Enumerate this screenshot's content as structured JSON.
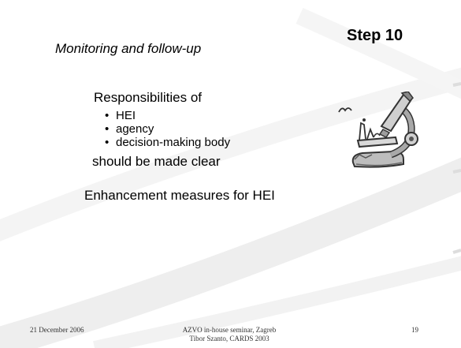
{
  "slide": {
    "subtitle": "Monitoring and follow-up",
    "step": "Step 10",
    "responsibilities_heading": "Responsibilities of",
    "bullets": [
      "HEI",
      "agency",
      "decision-making body"
    ],
    "bullet_glyph": "•",
    "clear_line": "should be made clear",
    "enhancement_line": "Enhancement measures for HEI",
    "illustration": "microscope-icon"
  },
  "footer": {
    "date": "21 December 2006",
    "center_line1": "AZVO in-house seminar, Zagreb",
    "center_line2": "Tibor Szanto, CARDS 2003",
    "page_number": "19"
  }
}
